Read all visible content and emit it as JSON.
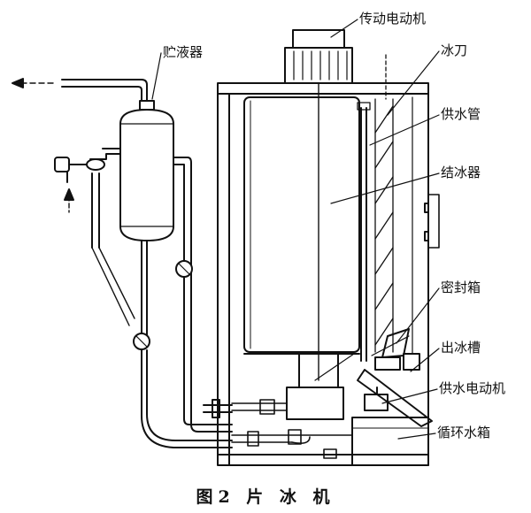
{
  "labels": {
    "drive_motor": "传动电动机",
    "ice_blade": "冰刀",
    "reservoir": "贮液器",
    "water_pipe": "供水管",
    "ice_maker": "结冰器",
    "seal_box": "密封箱",
    "ice_chute": "出冰槽",
    "water_pump_motor": "供水电动机",
    "circulation_tank": "循环水箱"
  },
  "caption": "图2  片 冰 机"
}
